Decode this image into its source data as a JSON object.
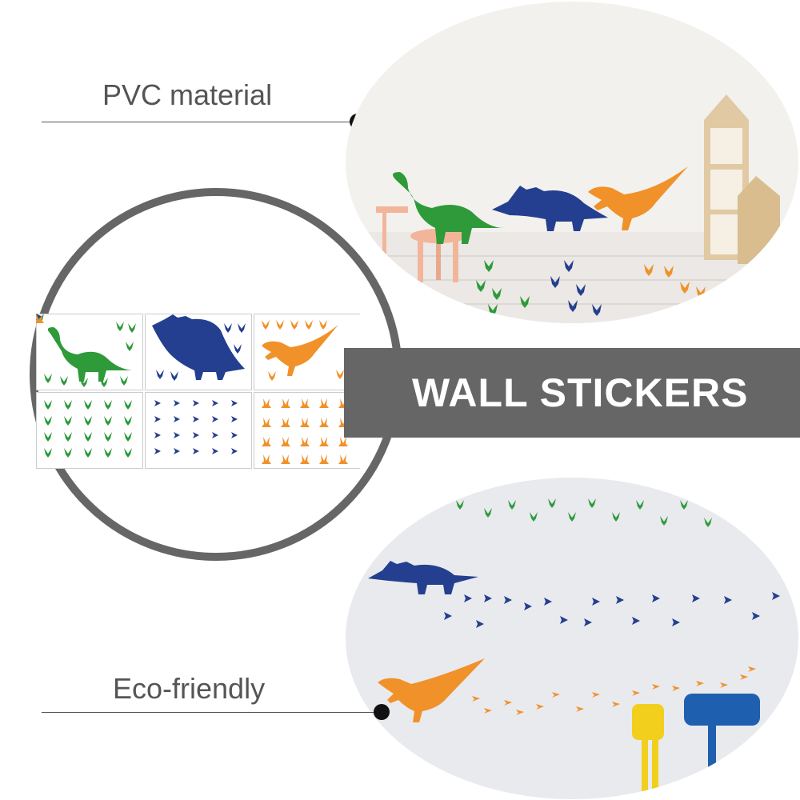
{
  "callouts": {
    "top": "PVC material",
    "bottom": "Eco-friendly"
  },
  "banner": {
    "title": "WALL STICKERS"
  },
  "colors": {
    "green": "#2e9a3a",
    "blue": "#243f8f",
    "orange": "#f0912a",
    "banner_gray": "#666666"
  }
}
